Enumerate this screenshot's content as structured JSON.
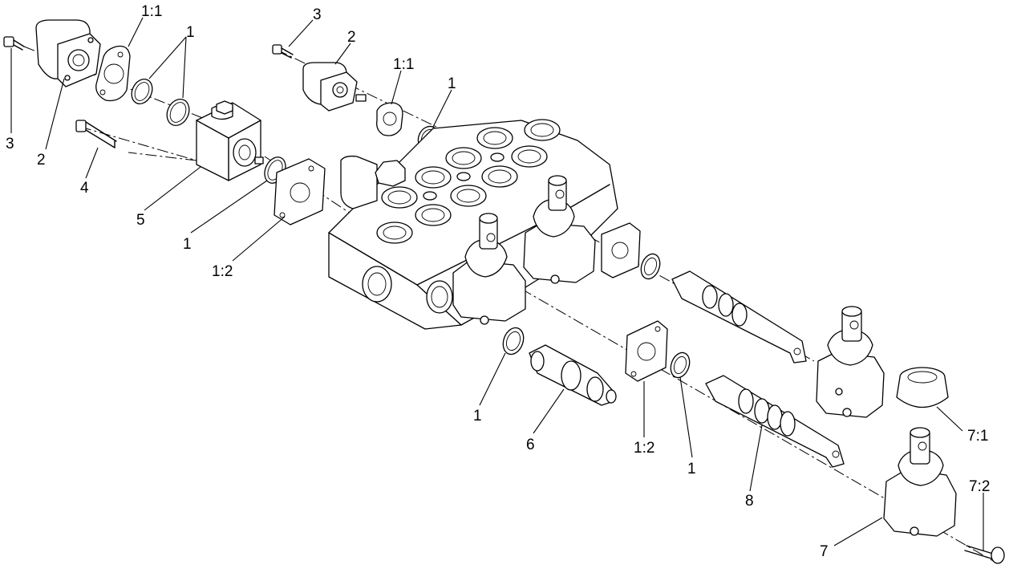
{
  "diagram": {
    "type": "exploded-parts-view",
    "labels": [
      {
        "id": "l-3a",
        "text": "3"
      },
      {
        "id": "l-2a",
        "text": "2"
      },
      {
        "id": "l-11a",
        "text": "1:1"
      },
      {
        "id": "l-1a",
        "text": "1"
      },
      {
        "id": "l-3b",
        "text": "3"
      },
      {
        "id": "l-2b",
        "text": "2"
      },
      {
        "id": "l-11b",
        "text": "1:1"
      },
      {
        "id": "l-1b",
        "text": "1"
      },
      {
        "id": "l-4",
        "text": "4"
      },
      {
        "id": "l-5",
        "text": "5"
      },
      {
        "id": "l-1c",
        "text": "1"
      },
      {
        "id": "l-12a",
        "text": "1:2"
      },
      {
        "id": "l-1d",
        "text": "1"
      },
      {
        "id": "l-6",
        "text": "6"
      },
      {
        "id": "l-12b",
        "text": "1:2"
      },
      {
        "id": "l-1e",
        "text": "1"
      },
      {
        "id": "l-8",
        "text": "8"
      },
      {
        "id": "l-71",
        "text": "7:1"
      },
      {
        "id": "l-72",
        "text": "7:2"
      },
      {
        "id": "l-7",
        "text": "7"
      }
    ]
  }
}
